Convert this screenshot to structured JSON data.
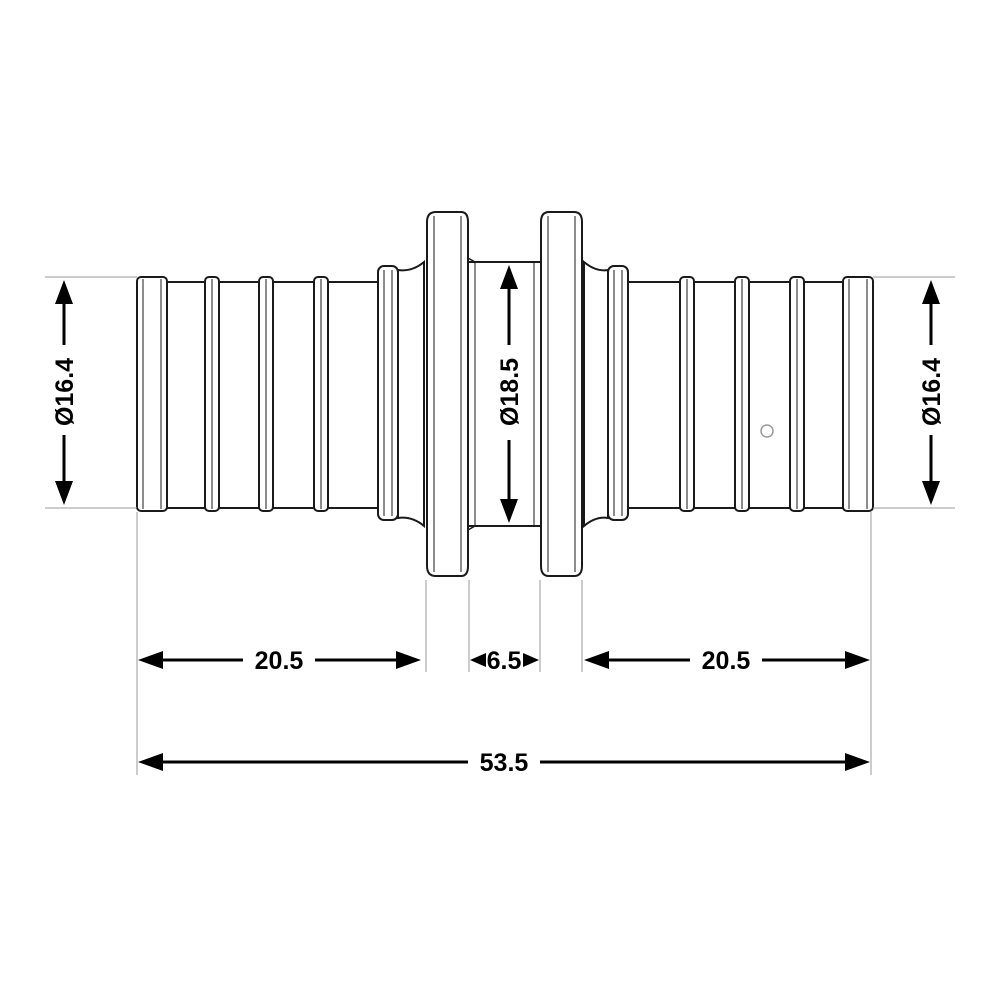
{
  "dimensions": {
    "left_diameter": "Ø16.4",
    "center_diameter": "Ø18.5",
    "right_diameter": "Ø16.4",
    "left_length": "20.5",
    "center_gap": "6.5",
    "right_length": "20.5",
    "overall_length": "53.5"
  },
  "colors": {
    "line": "#1a1a1a",
    "extension": "#9a9a9a",
    "dimension": "#000000",
    "background": "#ffffff"
  }
}
